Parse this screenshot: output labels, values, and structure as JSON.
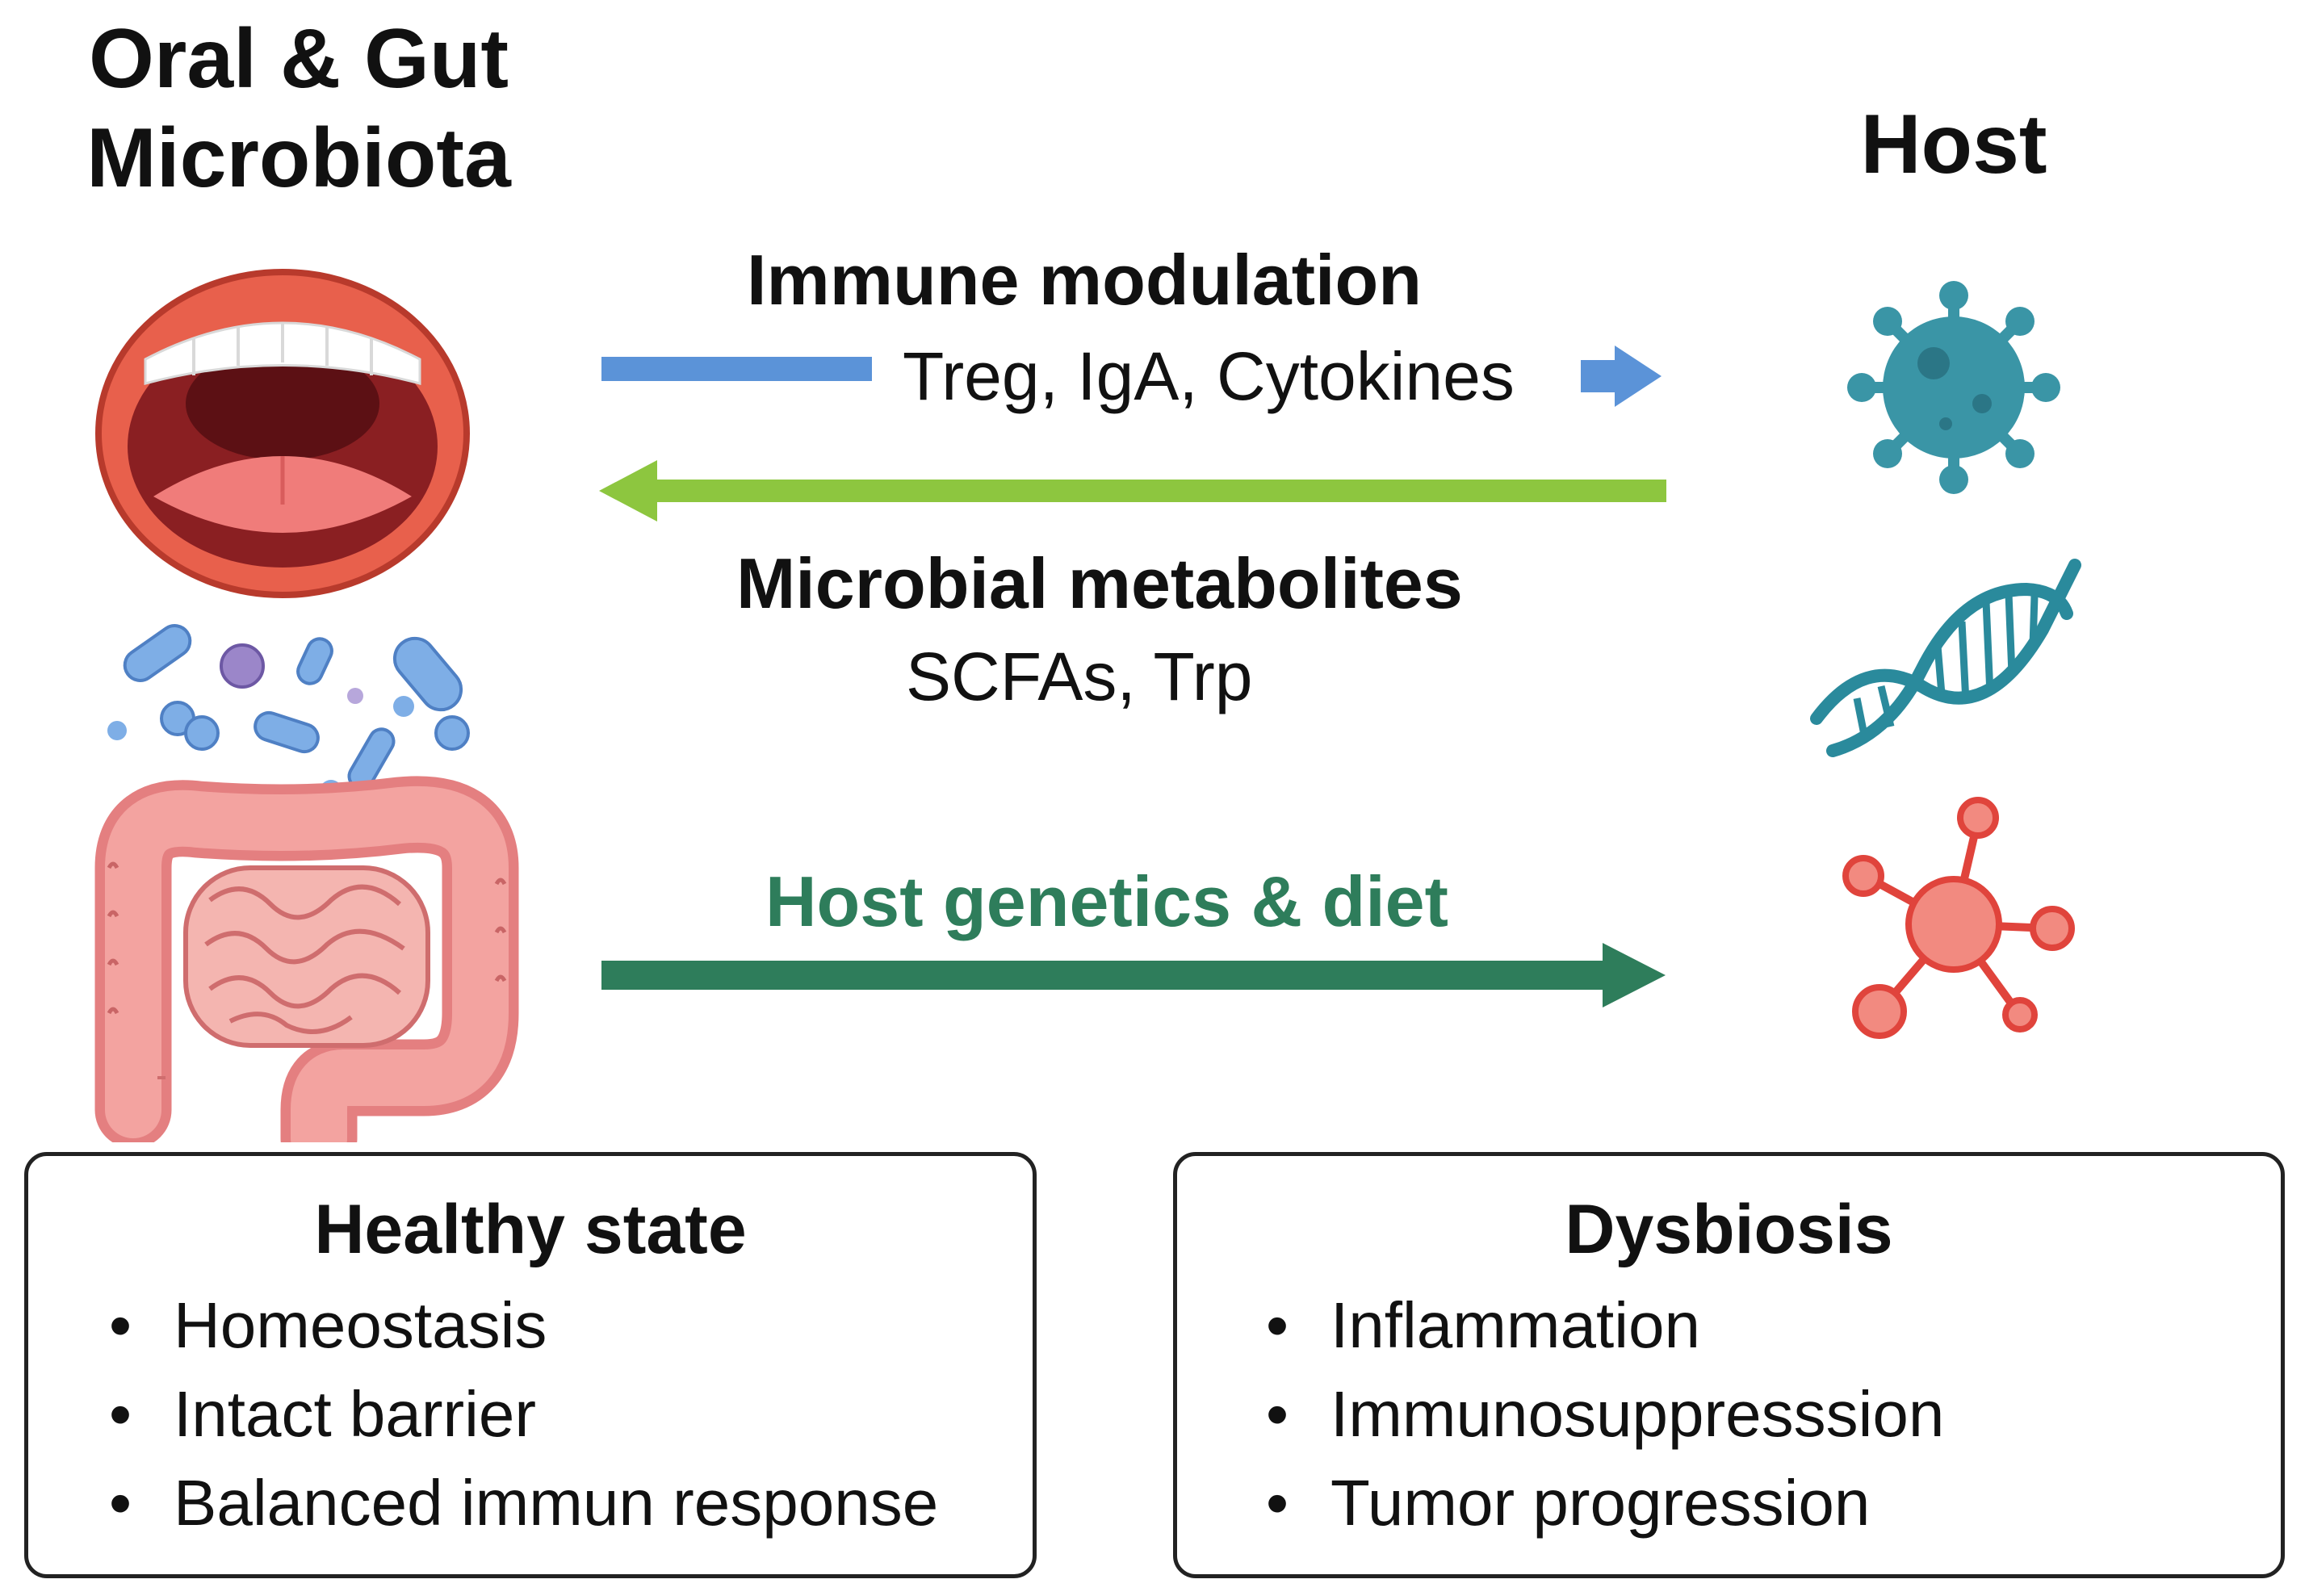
{
  "left_title": [
    "Oral & Gut",
    "Microbiota"
  ],
  "right_title": "Host",
  "arrows": {
    "immune": {
      "label": "Immune modulation",
      "sub": "Treg, IgA, Cytokines",
      "color": "#5b93d8"
    },
    "metabolites": {
      "label": "Microbial metabolites",
      "sub": "SCFAs, Trp",
      "color": "#8dc63f"
    },
    "genetics": {
      "label": "Host genetics & diet",
      "color": "#2e7d5b"
    }
  },
  "healthy": {
    "title": "Healthy state",
    "items": [
      "Homeostasis",
      "Intact barrier",
      "Balanced immun response"
    ]
  },
  "dysbiosis": {
    "title": "Dysbiosis",
    "items": [
      "Inflammation",
      "Immunosuppresssion",
      "Tumor progression"
    ]
  },
  "icons": {
    "mouth": "open-mouth-icon",
    "bacteria": "bacteria-cluster-icon",
    "intestine": "intestine-icon",
    "virus": "virus-icon",
    "dna": "dna-helix-icon",
    "molecule": "molecule-network-icon"
  }
}
